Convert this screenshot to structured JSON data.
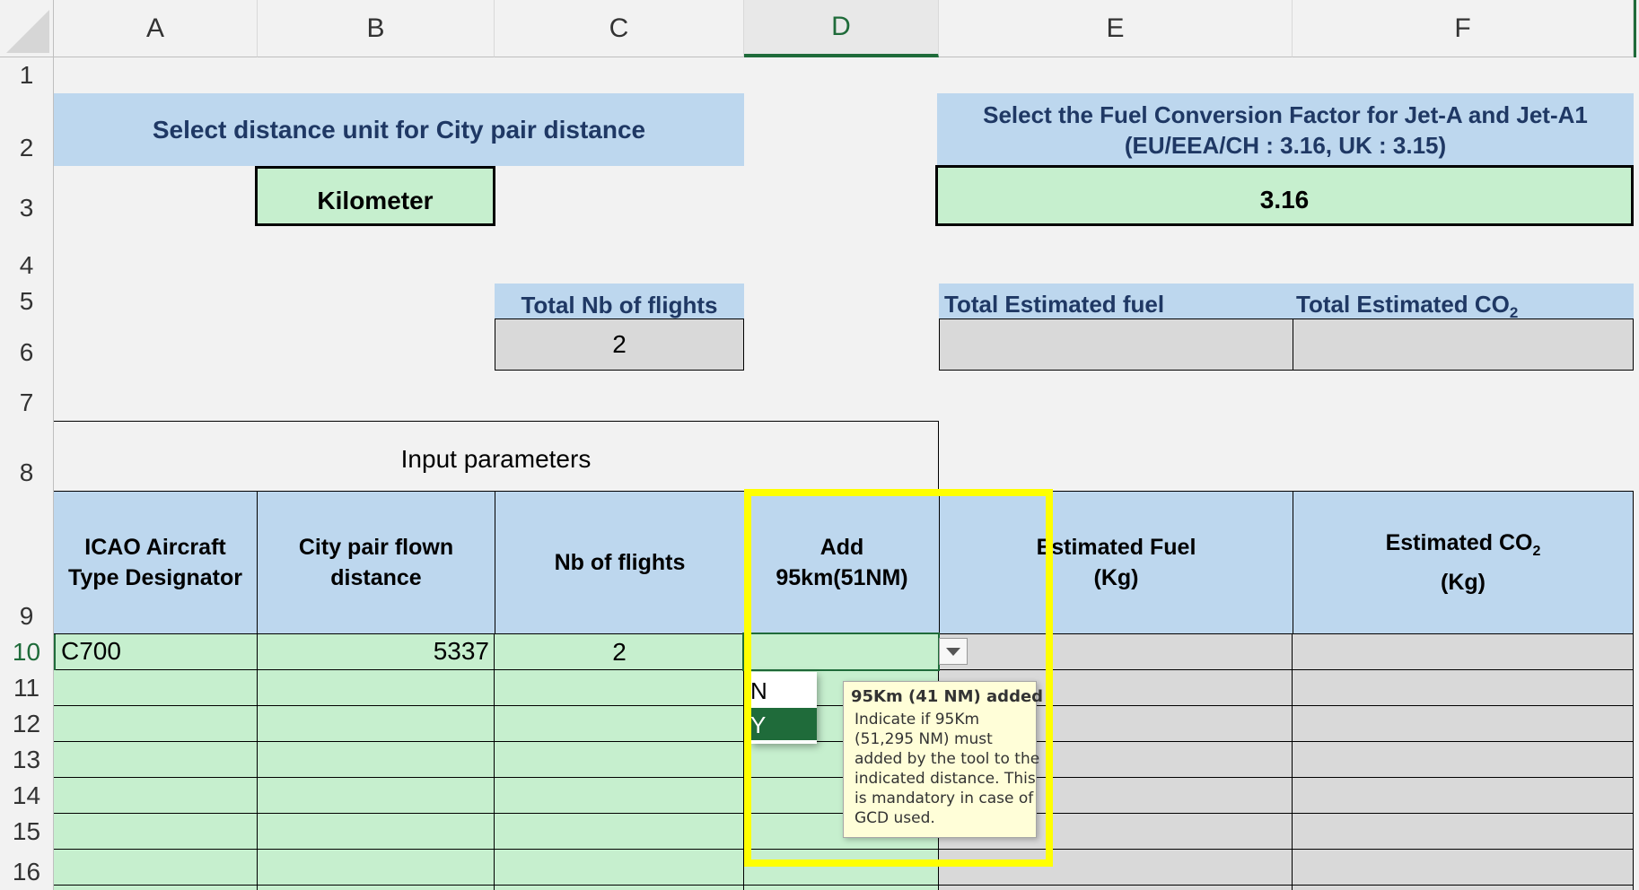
{
  "columns": [
    "A",
    "B",
    "C",
    "D",
    "E",
    "F"
  ],
  "rows": [
    "1",
    "2",
    "3",
    "4",
    "5",
    "6",
    "7",
    "8",
    "9",
    "10",
    "11",
    "12",
    "13",
    "14",
    "15",
    "16"
  ],
  "distance_unit": {
    "label": "Select distance unit for City pair distance",
    "value": "Kilometer"
  },
  "fuel_factor": {
    "label_line1": "Select the Fuel Conversion Factor for Jet-A and Jet-A1",
    "label_line2": "(EU/EEA/CH : 3.16, UK : 3.15)",
    "value": "3.16"
  },
  "totals": {
    "flights_label": "Total Nb of flights",
    "flights_value": "2",
    "fuel_label": "Total Estimated fuel",
    "fuel_value": "",
    "co2_label": "Total Estimated CO",
    "co2_sub": "2",
    "co2_value": ""
  },
  "input_parameters": "Input parameters",
  "table_headers": {
    "a_line1": "ICAO Aircraft",
    "a_line2": "Type Designator",
    "b_line1": "City pair flown",
    "b_line2": "distance",
    "c": "Nb of flights",
    "d_line1": "Add",
    "d_line2": "95km(51NM)",
    "e_line1": "Estimated Fuel",
    "e_line2": "(Kg)",
    "f_line1": "Estimated CO",
    "f_sub": "2",
    "f_line2": "(Kg)"
  },
  "row10": {
    "aircraft": "C700",
    "distance": "5337",
    "flights": "2",
    "add": ""
  },
  "dropdown": {
    "options": [
      "N",
      "Y"
    ],
    "highlighted": "Y"
  },
  "tooltip": {
    "title": "95Km (41 NM) added",
    "body": [
      "Indicate if 95Km",
      "(51,295 NM) must",
      "added by the tool to the",
      "indicated distance. This",
      "is mandatory in case of",
      "GCD used."
    ]
  },
  "colors": {
    "highlight": "#ffff00",
    "accent": "#1f6b3a",
    "input": "#c6efce",
    "header": "#bdd7ee",
    "output": "#d9d9d9"
  }
}
